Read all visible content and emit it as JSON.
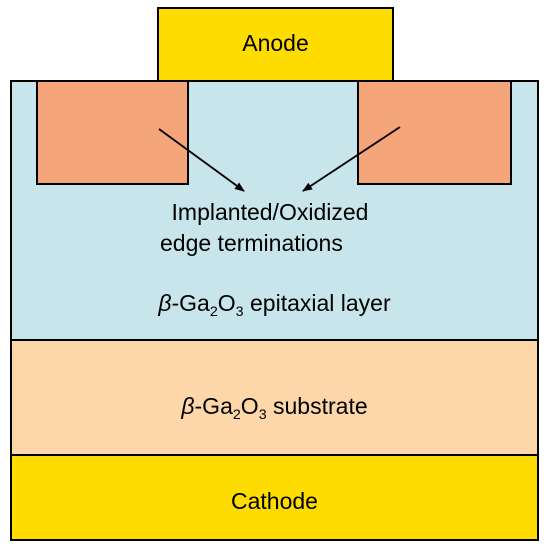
{
  "layers": {
    "anode": {
      "label": "Anode",
      "color": "#ffdc00"
    },
    "epitaxial": {
      "beta": "β",
      "prefix": "-Ga",
      "sub1": "2",
      "mid": "O",
      "sub2": "3",
      "suffix": " epitaxial layer",
      "color": "#c7e5ea"
    },
    "substrate": {
      "beta": "β",
      "prefix": "-Ga",
      "sub1": "2",
      "mid": "O",
      "sub2": "3",
      "suffix": " substrate",
      "color": "#fdd6a9"
    },
    "cathode": {
      "label": "Cathode",
      "color": "#ffdc00"
    }
  },
  "edge_terminations": {
    "label_line1": "Implanted/Oxidized",
    "label_line2": "edge terminations",
    "color": "#f4a67a"
  }
}
